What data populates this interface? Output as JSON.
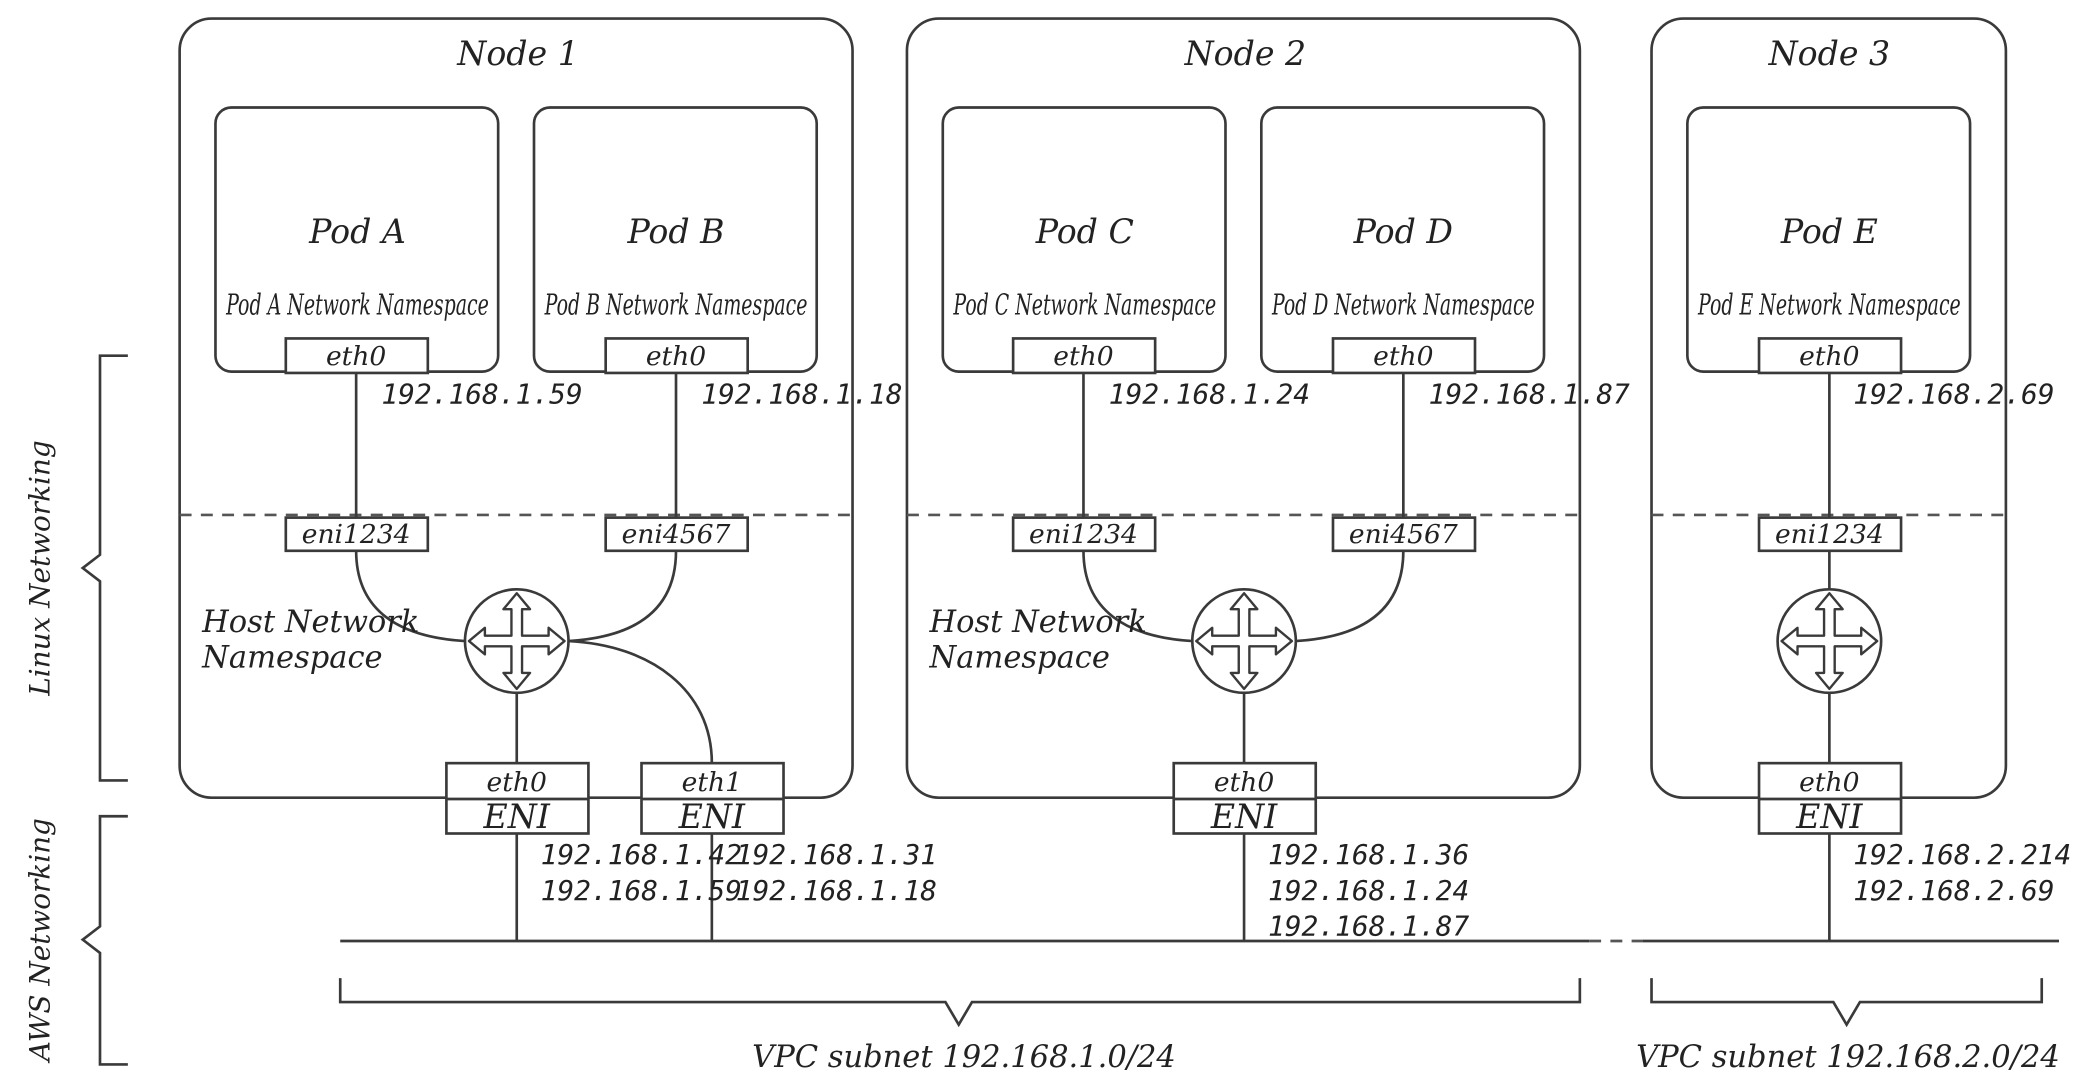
{
  "nodes": [
    {
      "title": "Node 1",
      "host_namespace": [
        "Host Network",
        "Namespace"
      ],
      "pods": [
        {
          "name": "Pod A",
          "namespace": "Pod A Network Namespace",
          "iface": "eth0",
          "ip": "192.168.1.59",
          "veth": "eni1234"
        },
        {
          "name": "Pod B",
          "namespace": "Pod B Network Namespace",
          "iface": "eth0",
          "ip": "192.168.1.18",
          "veth": "eni4567"
        }
      ],
      "enis": [
        {
          "iface": "eth0",
          "label": "ENI",
          "ips": [
            "192.168.1.42",
            "192.168.1.59"
          ]
        },
        {
          "iface": "eth1",
          "label": "ENI",
          "ips": [
            "192.168.1.31",
            "192.168.1.18"
          ]
        }
      ]
    },
    {
      "title": "Node 2",
      "host_namespace": [
        "Host Network",
        "Namespace"
      ],
      "pods": [
        {
          "name": "Pod C",
          "namespace": "Pod C Network Namespace",
          "iface": "eth0",
          "ip": "192.168.1.24",
          "veth": "eni1234"
        },
        {
          "name": "Pod D",
          "namespace": "Pod D Network Namespace",
          "iface": "eth0",
          "ip": "192.168.1.87",
          "veth": "eni4567"
        }
      ],
      "enis": [
        {
          "iface": "eth0",
          "label": "ENI",
          "ips": [
            "192.168.1.36",
            "192.168.1.24",
            "192.168.1.87"
          ]
        }
      ]
    },
    {
      "title": "Node 3",
      "pods": [
        {
          "name": "Pod E",
          "namespace": "Pod E Network Namespace",
          "iface": "eth0",
          "ip": "192.168.2.69",
          "veth": "eni1234"
        }
      ],
      "enis": [
        {
          "iface": "eth0",
          "label": "ENI",
          "ips": [
            "192.168.2.214",
            "192.168.2.69"
          ]
        }
      ]
    }
  ],
  "side_labels": {
    "linux": "Linux Networking",
    "aws": "AWS Networking"
  },
  "subnets": [
    {
      "label": "VPC subnet 192.168.1.0/24"
    },
    {
      "label": "VPC subnet 192.168.2.0/24"
    }
  ]
}
